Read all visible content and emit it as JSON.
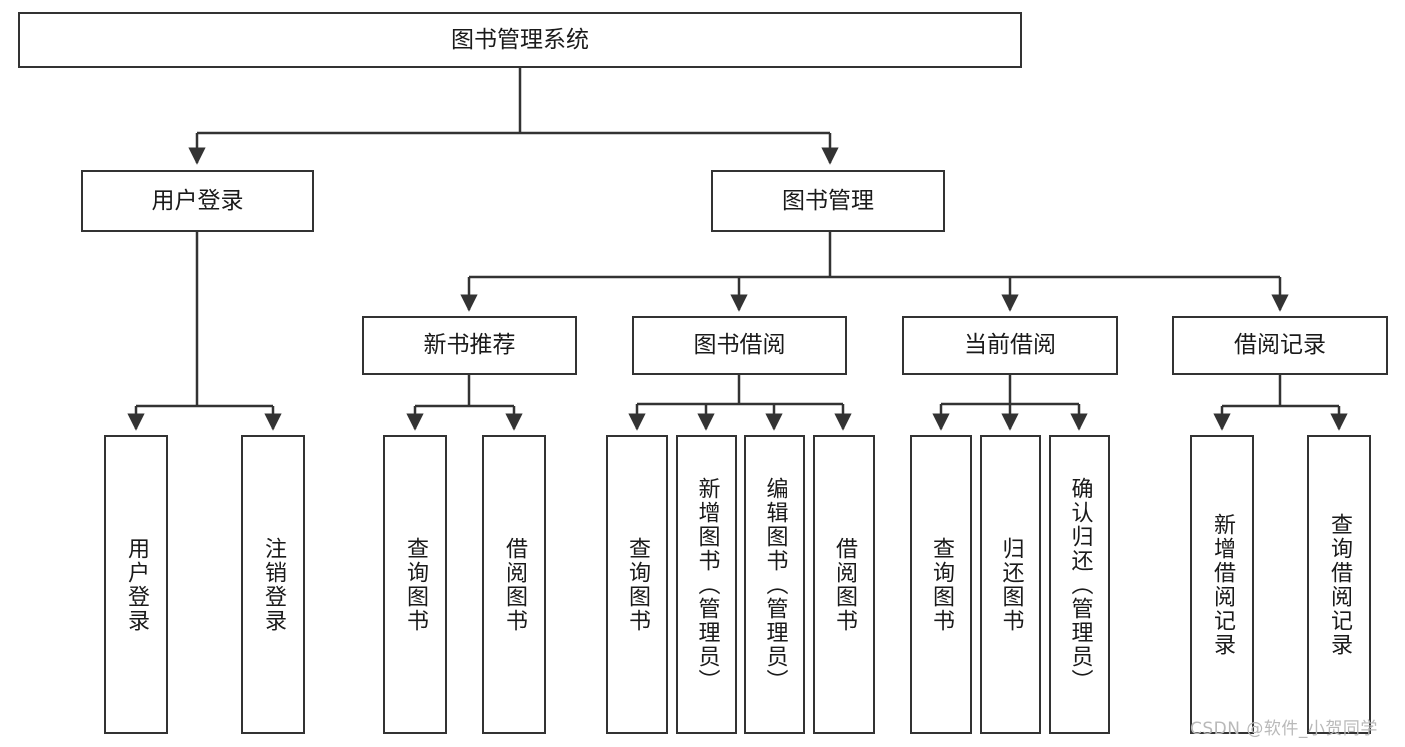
{
  "diagram": {
    "title": "图书管理系统",
    "type": "tree-hierarchy",
    "watermark": "CSDN @软件_小贺同学",
    "colors": {
      "stroke": "#333333",
      "fill": "#ffffff",
      "text": "#1a1a1a",
      "watermark": "#b9b9b9"
    }
  },
  "nodes": {
    "root": {
      "label": "图书管理系统",
      "level": 1
    },
    "level2": [
      {
        "id": "user-login",
        "label": "用户登录"
      },
      {
        "id": "book-management",
        "label": "图书管理"
      }
    ],
    "level3": [
      {
        "id": "new-book-recommend",
        "label": "新书推荐"
      },
      {
        "id": "book-borrow",
        "label": "图书借阅"
      },
      {
        "id": "current-borrow",
        "label": "当前借阅"
      },
      {
        "id": "borrow-record",
        "label": "借阅记录"
      }
    ],
    "leaves": {
      "user-login": [
        {
          "id": "leaf-user-login",
          "label": "用户登录"
        },
        {
          "id": "leaf-logout",
          "label": "注销登录"
        }
      ],
      "new-book-recommend": [
        {
          "id": "leaf-query-book-1",
          "label": "查询图书"
        },
        {
          "id": "leaf-borrow-book-1",
          "label": "借阅图书"
        }
      ],
      "book-borrow": [
        {
          "id": "leaf-query-book-2",
          "label": "查询图书"
        },
        {
          "id": "leaf-add-book",
          "label": "新增图书（管理员）"
        },
        {
          "id": "leaf-edit-book",
          "label": "编辑图书（管理员）"
        },
        {
          "id": "leaf-borrow-book-2",
          "label": "借阅图书"
        }
      ],
      "current-borrow": [
        {
          "id": "leaf-query-book-3",
          "label": "查询图书"
        },
        {
          "id": "leaf-return-book",
          "label": "归还图书"
        },
        {
          "id": "leaf-confirm-return",
          "label": "确认归还（管理员）"
        }
      ],
      "borrow-record": [
        {
          "id": "leaf-add-record",
          "label": "新增借阅记录"
        },
        {
          "id": "leaf-query-record",
          "label": "查询借阅记录"
        }
      ]
    }
  }
}
